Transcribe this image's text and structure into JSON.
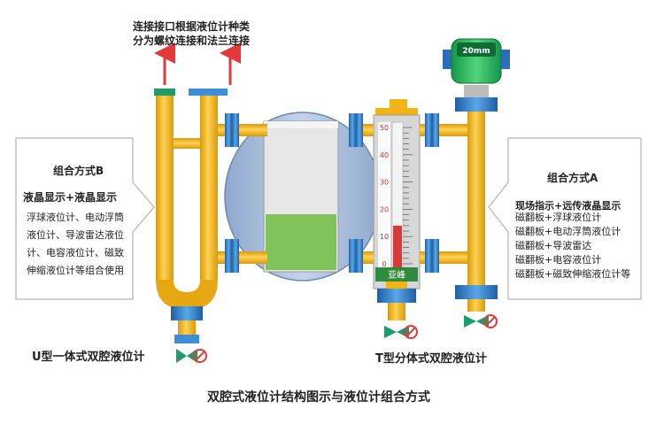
{
  "top_note": [
    "连接接口根据液位计种类",
    "分为螺纹连接和法兰连接"
  ],
  "left_box": {
    "heading": "组合方式B",
    "subheading": "液晶显示+液晶显示",
    "lines": [
      "浮球液位计、电动浮筒",
      "液位计、导波雷达液位",
      "计、电容液位计、磁致",
      "伸缩液位计等组合使用"
    ]
  },
  "right_box": {
    "heading": "组合方式A",
    "subheading": "现场指示+远传液晶显示",
    "lines": [
      "磁翻板+浮球液位计",
      "磁翻板+电动浮筒液位计",
      "磁翻板+导波雷达",
      "磁翻板+电容液位计",
      "磁翻板+磁致伸缩液位计等"
    ]
  },
  "transmitter_display": "20mm",
  "gauge": {
    "scale_labels": [
      "50",
      "40",
      "30",
      "20",
      "10",
      "0"
    ],
    "brand": "亚峰",
    "level_fraction": 0.28
  },
  "label_u_type": "U型一体式双腔液位计",
  "label_t_type": "T型分体式双腔液位计",
  "caption": "双腔式液位计结构图示与液位计组合方式",
  "colors": {
    "pipe": "#f2b414",
    "flange": "#3d8ed6",
    "tank": "#a9bdd9",
    "liquid": "#7fc35a",
    "arrow": "#e23a3a",
    "valve": "#1f9a6a",
    "gauge_red": "#d63a3a"
  }
}
